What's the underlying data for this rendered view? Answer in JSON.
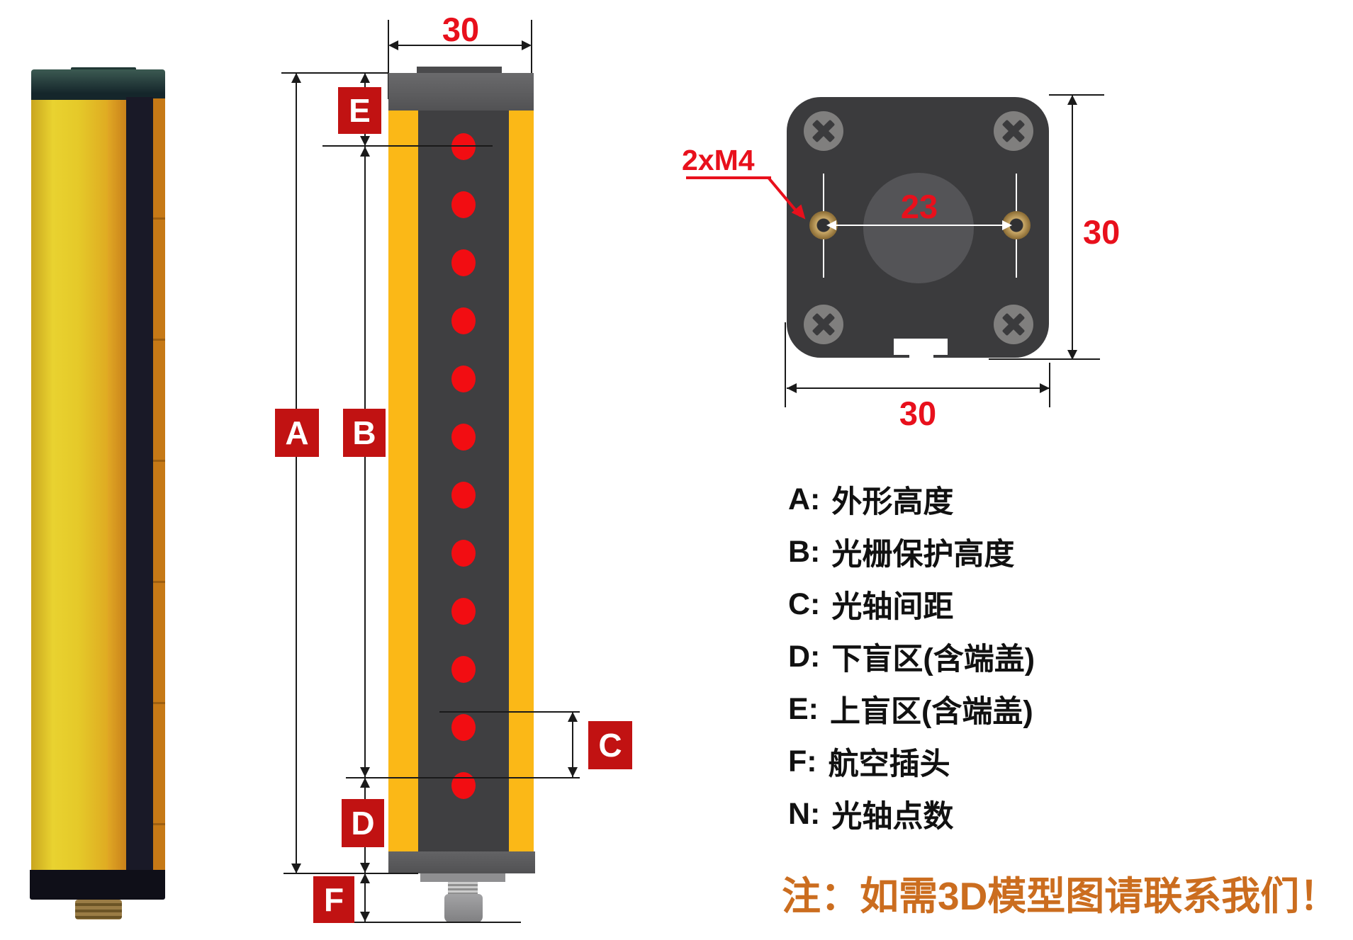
{
  "front_view": {
    "top_width": "30",
    "beam_count": 12,
    "dim_labels": {
      "A": "A",
      "B": "B",
      "C": "C",
      "D": "D",
      "E": "E",
      "F": "F"
    }
  },
  "cross_section": {
    "screw_callout": "2xM4",
    "hole_spacing": "23",
    "side_height": "30",
    "bottom_width": "30"
  },
  "legend": [
    {
      "key": "A:",
      "text": "外形高度"
    },
    {
      "key": "B:",
      "text": "光栅保护高度"
    },
    {
      "key": "C:",
      "text": "光轴间距"
    },
    {
      "key": "D:",
      "text": "下盲区(含端盖)"
    },
    {
      "key": "E:",
      "text": "上盲区(含端盖)"
    },
    {
      "key": "F:",
      "text": "航空插头"
    },
    {
      "key": "N:",
      "text": "光轴点数"
    }
  ],
  "note": "注：如需3D模型图请联系我们！",
  "colors": {
    "label_box_red": "#C11212",
    "dimension_red": "#E8101C",
    "beam_dot_red": "#F20D12",
    "housing_yellow": "#FBB817",
    "window_dark": "#3F3F41",
    "cap_gray": "#5A5A5C",
    "note_orange": "#CB6D1F",
    "brass": "#A98A52"
  }
}
